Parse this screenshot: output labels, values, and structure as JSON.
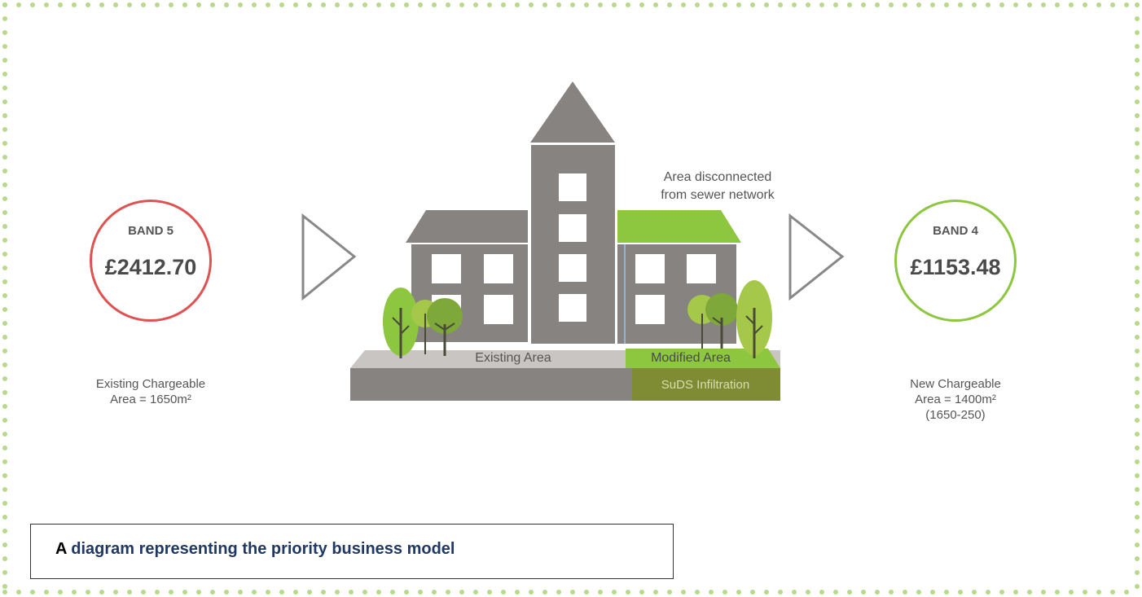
{
  "left_band": {
    "label": "BAND 5",
    "amount": "£2412.70",
    "note_line1": "Existing Chargeable",
    "note_line2": "Area = 1650m²",
    "color": "#e05252"
  },
  "right_band": {
    "label": "BAND 4",
    "amount": "£1153.48",
    "note_line1": "New Chargeable",
    "note_line2": "Area = 1400m²",
    "note_line3": "(1650-250)",
    "color": "#8dc63f"
  },
  "building": {
    "disconnected_line1": "Area disconnected",
    "disconnected_line2": "from sewer network",
    "existing_area_label": "Existing Area",
    "modified_area_label": "Modified Area",
    "suds_label": "SuDS Infiltration"
  },
  "caption": {
    "lead": "A",
    "rest": " diagram representing the priority business model"
  },
  "colors": {
    "frame_dots": "#b6d98a",
    "building_grey": "#878380",
    "green": "#8dc63f",
    "dark_green": "#7f8c34"
  }
}
